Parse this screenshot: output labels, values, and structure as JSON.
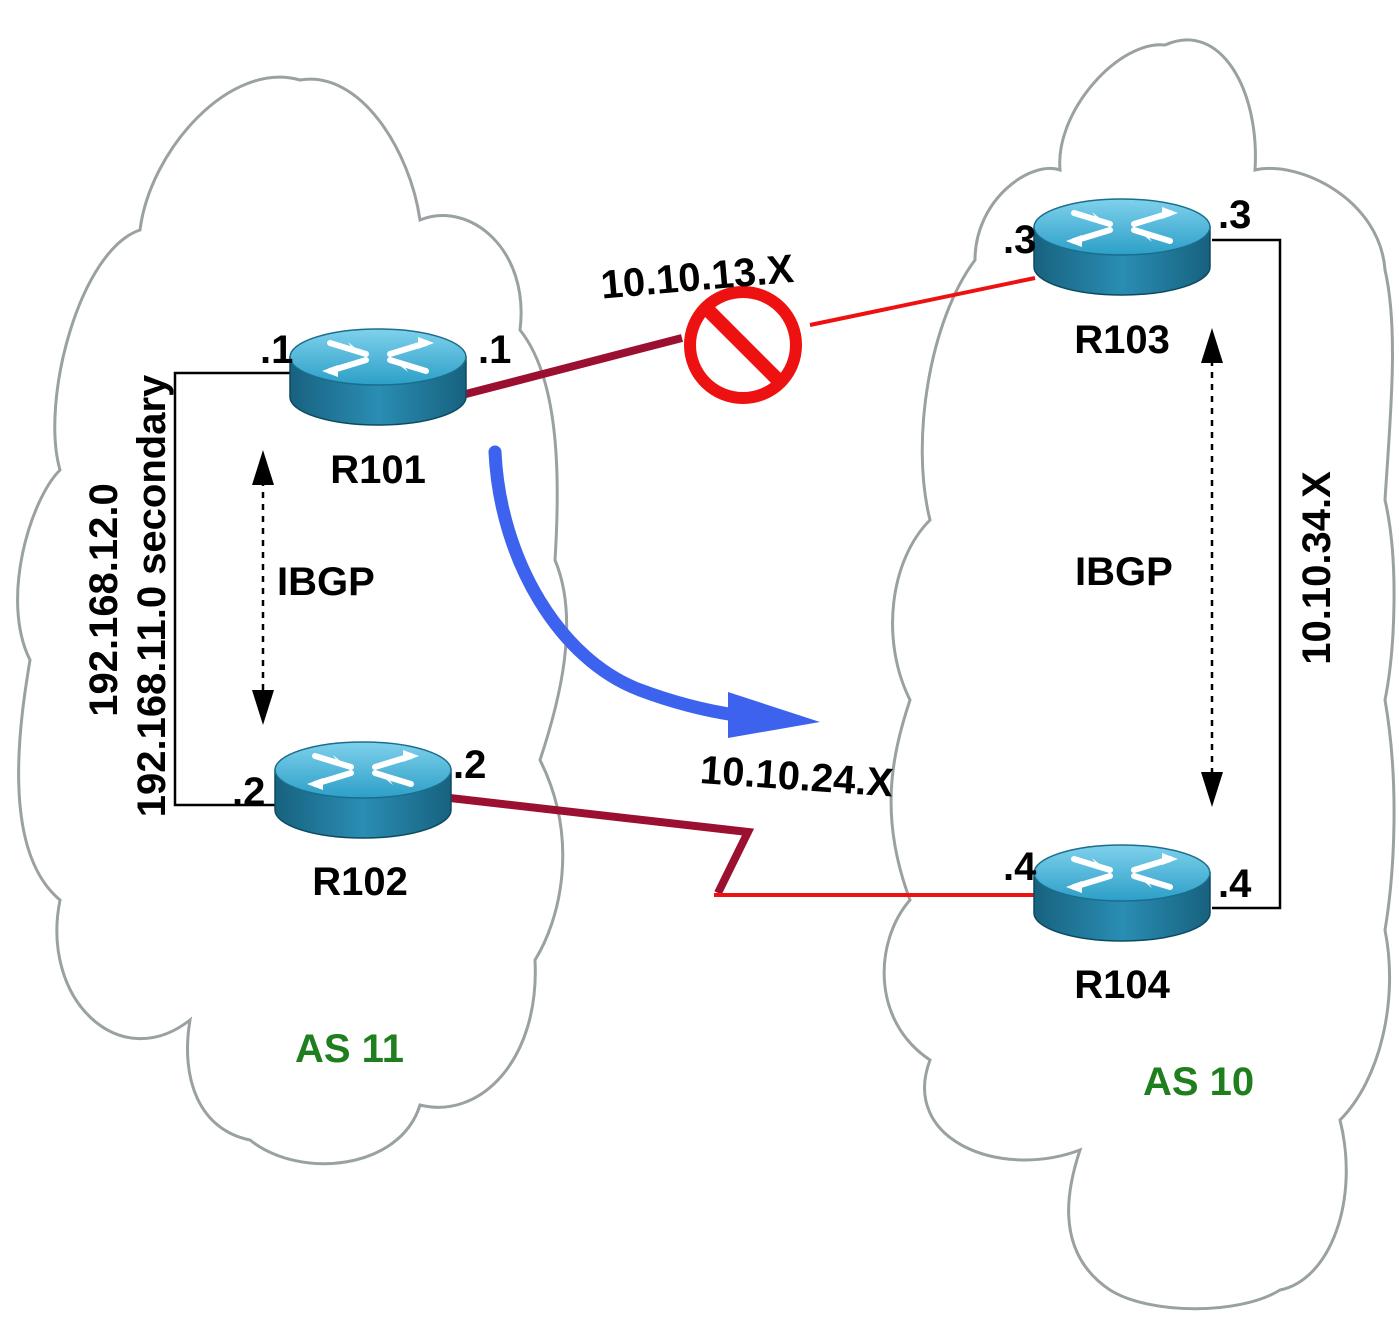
{
  "colors": {
    "cloud_stroke": "#9aa1a3",
    "red_link": "#ee1111",
    "dark_red_link": "#9b1030",
    "blue_arrow": "#3d63ee",
    "router_top": "#3aaed4",
    "router_side": "#1e7fa3",
    "as_label": "#1f7f1f"
  },
  "as_left": {
    "label": "AS 11"
  },
  "as_right": {
    "label": "AS 10"
  },
  "routers": {
    "r101": {
      "name": "R101",
      "if_left": ".1",
      "if_right": ".1"
    },
    "r102": {
      "name": "R102",
      "if_left": ".2",
      "if_right": ".2"
    },
    "r103": {
      "name": "R103",
      "if_left": ".3",
      "if_right": ".3"
    },
    "r104": {
      "name": "R104",
      "if_left": ".4",
      "if_right": ".4"
    }
  },
  "links": {
    "net_13": "10.10.13.X",
    "net_24": "10.10.24.X",
    "net_34": "10.10.34.X",
    "lan_primary": "192.168.12.0",
    "lan_secondary": "192.168.11.0 secondary"
  },
  "sessions": {
    "ibgp_left": "IBGP",
    "ibgp_right": "IBGP"
  },
  "icons": {
    "blocked": "no-entry-icon",
    "router": "router-icon"
  }
}
